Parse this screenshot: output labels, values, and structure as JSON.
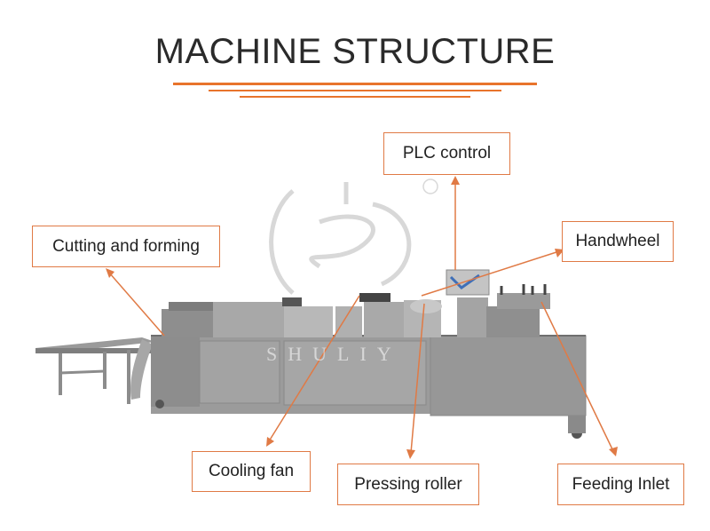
{
  "title": "MACHINE STRUCTURE",
  "labels": {
    "plc": "PLC  control",
    "cutting": "Cutting and forming",
    "handwheel": "Handwheel",
    "cooling": "Cooling fan",
    "pressing": "Pressing roller",
    "feeding": "Feeding Inlet"
  },
  "watermark": "SHULIY",
  "colors": {
    "accent": "#e07a45",
    "rule": "#e8742c"
  }
}
